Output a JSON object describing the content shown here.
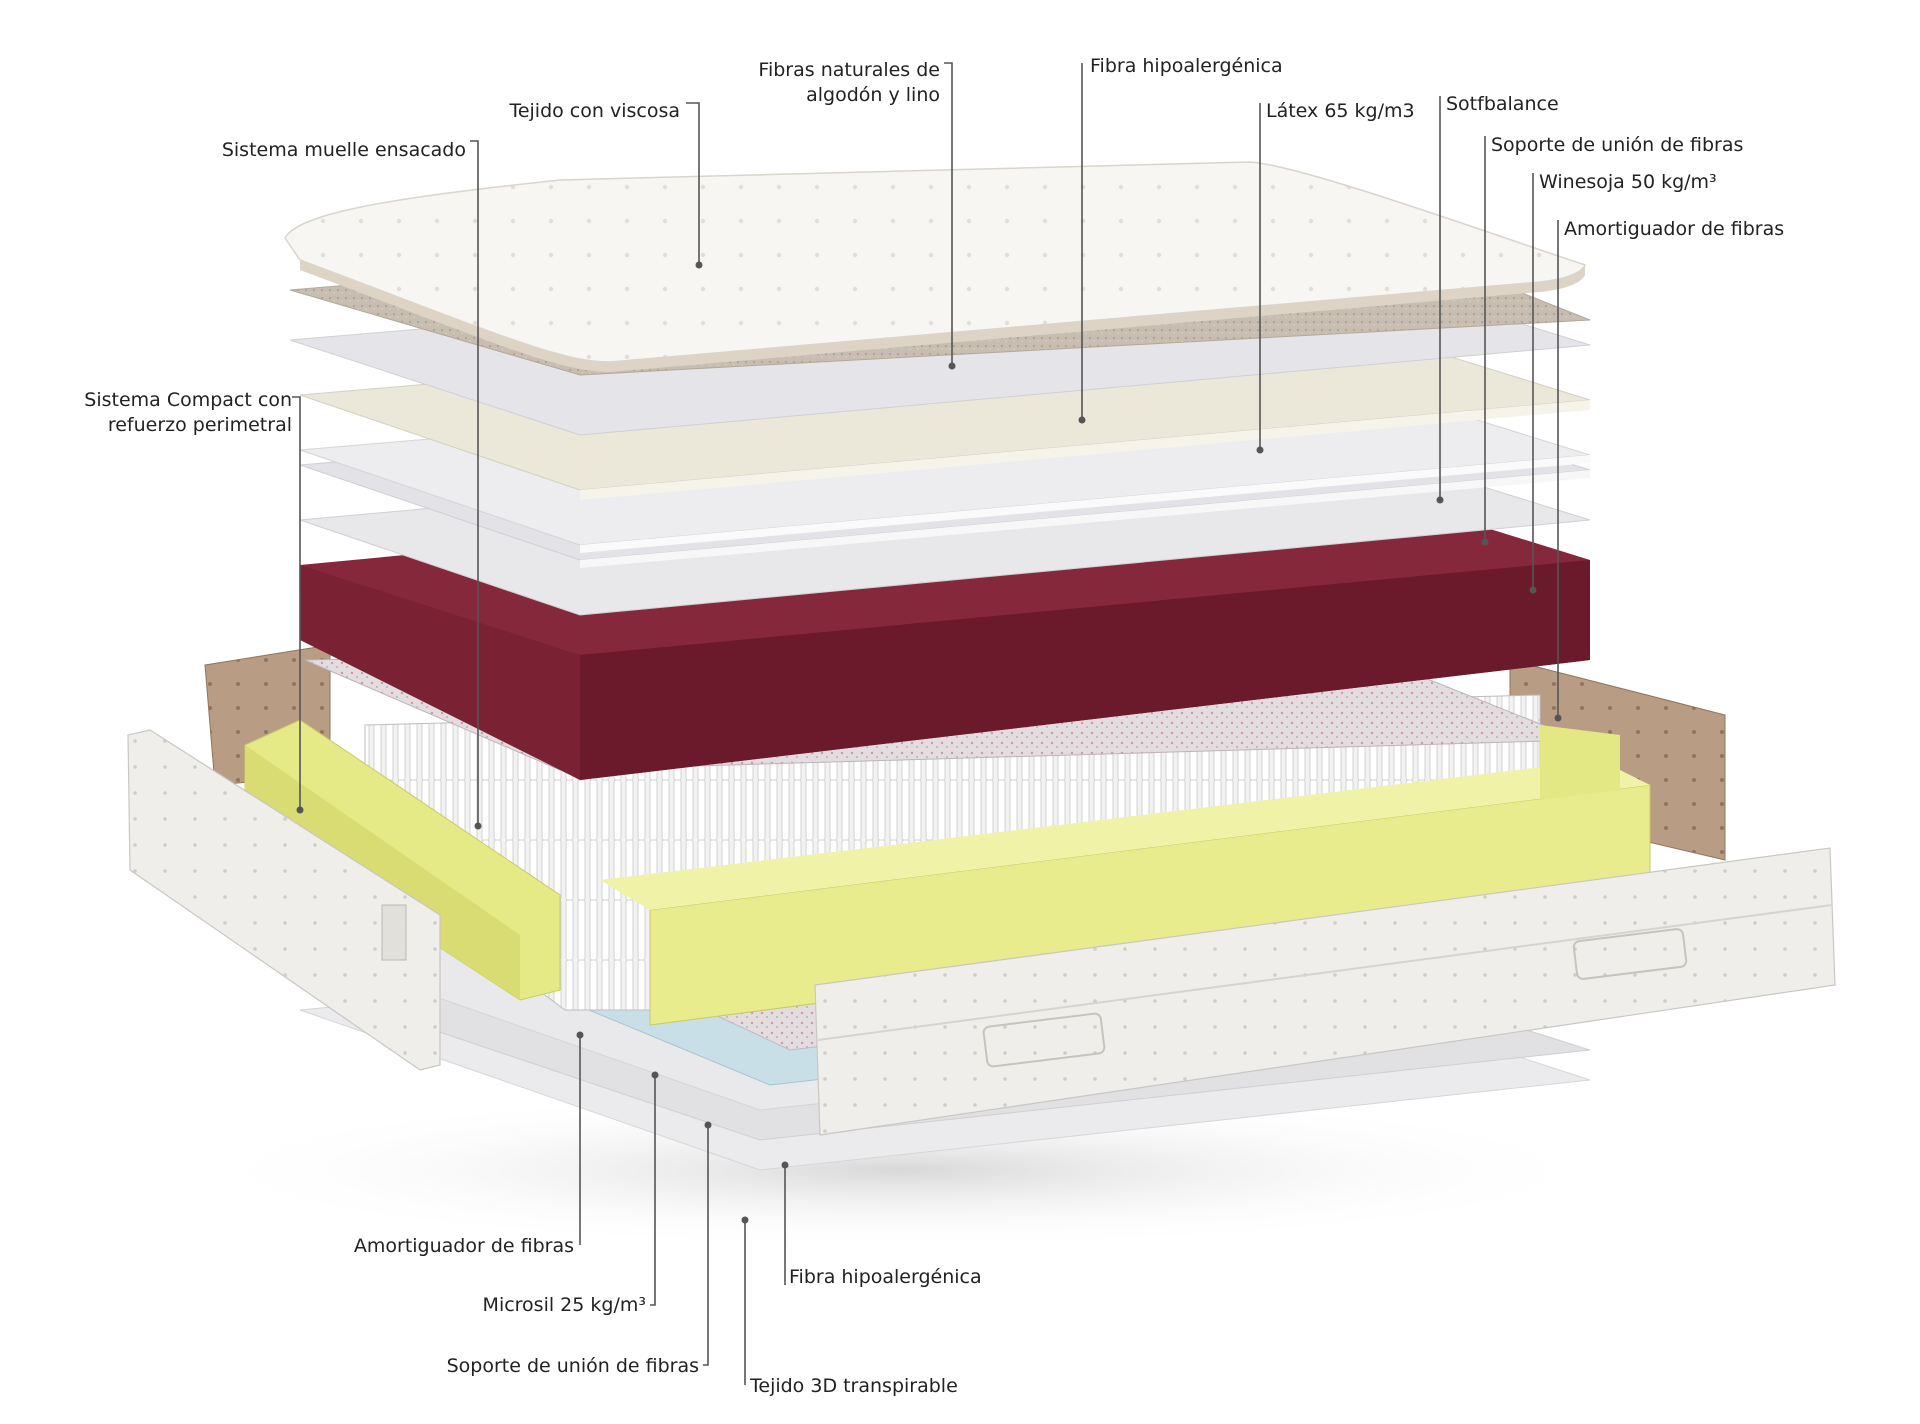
{
  "labels": {
    "tejido_viscosa": "Tejido con viscosa",
    "fibras_naturales_1": "Fibras naturales de",
    "fibras_naturales_2": "algodón y lino",
    "fibra_hipo_top": "Fibra hipoalergénica",
    "latex": "Látex 65 kg/m3",
    "sotfbalance": "Sotfbalance",
    "soporte_top": "Soporte de unión de fibras",
    "winesoja": "Winesoja 50 kg/m³",
    "amortiguador_top": "Amortiguador de fibras",
    "sistema_muelle": "Sistema muelle ensacado",
    "sistema_compact_1": "Sistema Compact con",
    "sistema_compact_2": "refuerzo perimetral",
    "amortiguador_bottom": "Amortiguador de fibras",
    "fibra_hipo_bottom": "Fibra hipoalergénica",
    "microsil": "Microsil 25 kg/m³",
    "soporte_bottom": "Soporte de unión de fibras",
    "tejido_3d": "Tejido 3D transpirable"
  },
  "colors": {
    "quilt_top": "#f6f4f0",
    "fiber_beige": "#c9bfb3",
    "fiber_grey": "#e2e2e6",
    "latex_cream": "#ece9dc",
    "winesoja": "#7d2234",
    "foam_yellow": "#e6ea8a",
    "microsil": "#c4dde6",
    "side_panel": "#f0efec",
    "side_brown": "#b59a82"
  }
}
